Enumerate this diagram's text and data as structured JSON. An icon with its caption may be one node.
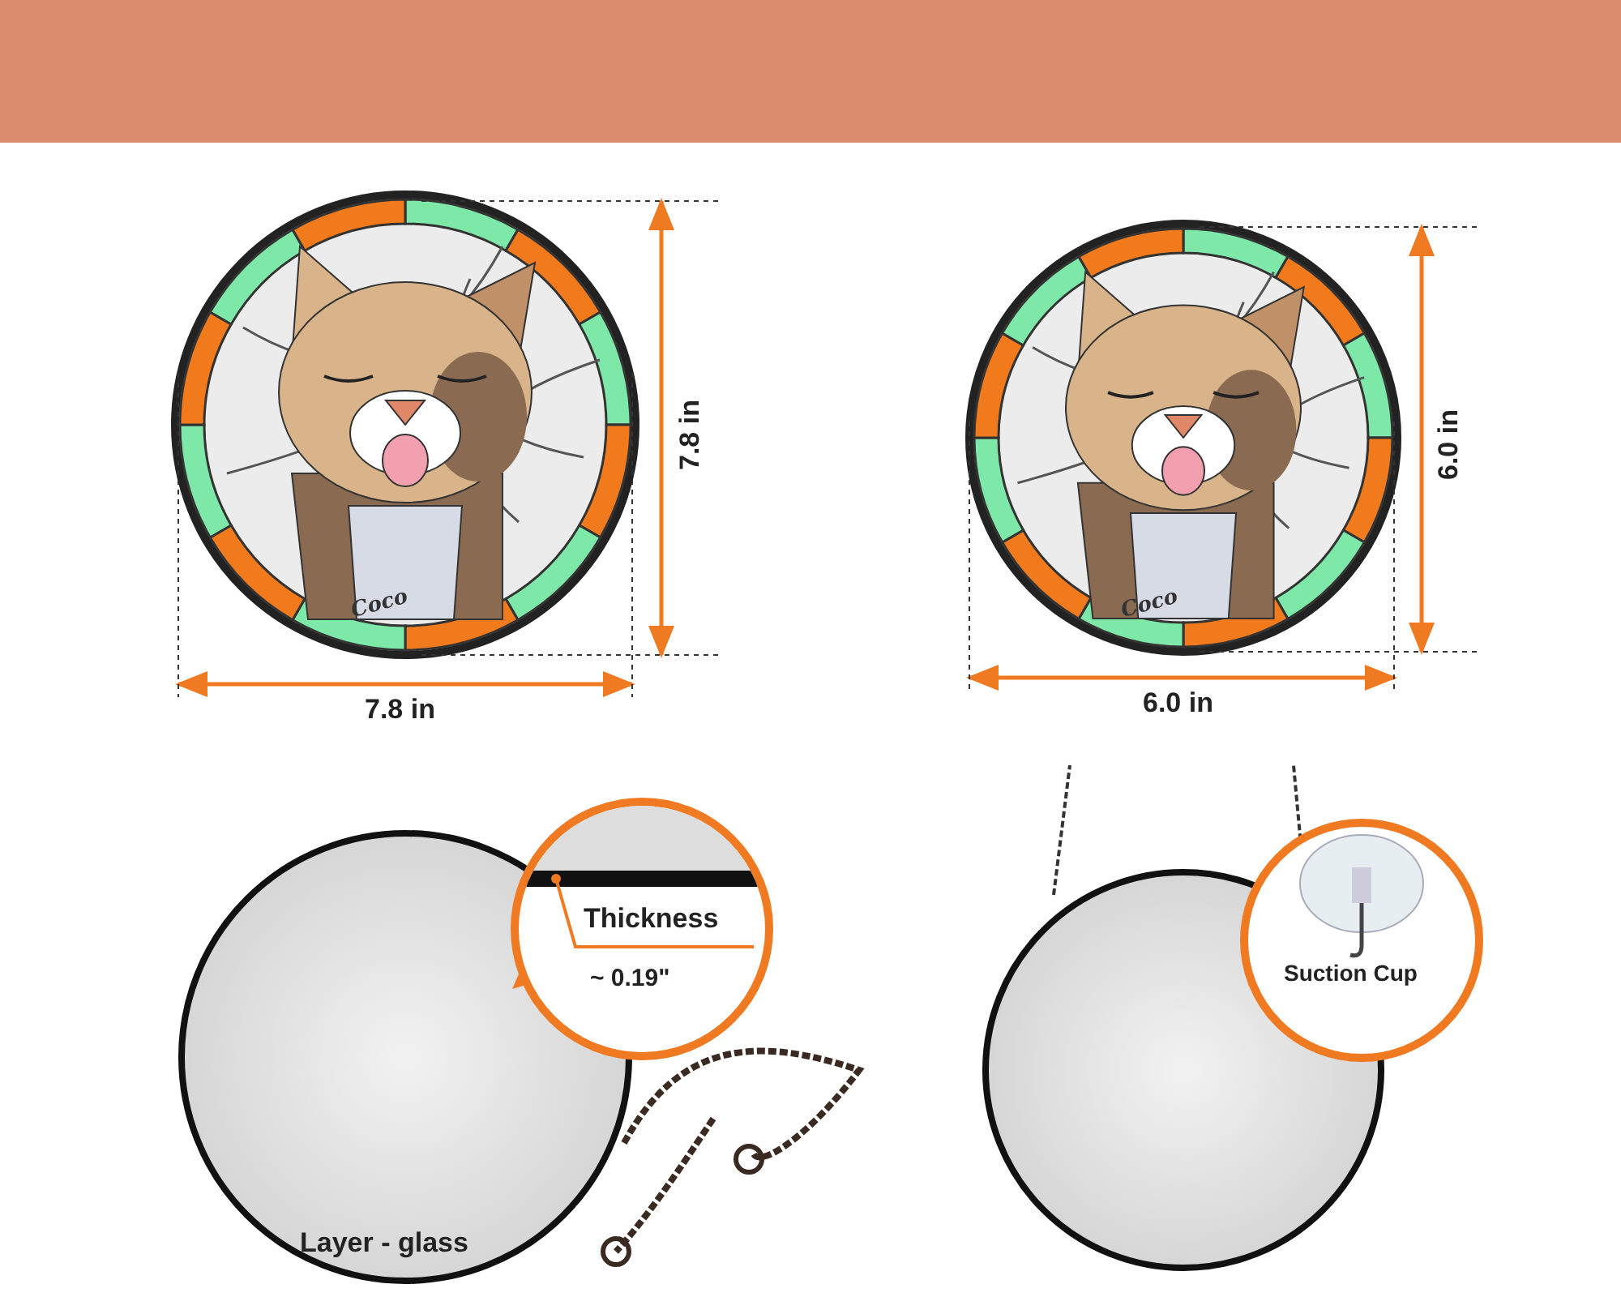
{
  "diagram": {
    "nodes": [
      {
        "text": [
          "Thickness",
          "~ 0.19\""
        ]
      },
      {
        "text": [
          "Suction Cup"
        ]
      }
    ],
    "labels": [
      "Coco",
      "7.8 in",
      "7.8 in",
      "Coco",
      "6.0 in",
      "6.0 in",
      "Layer - glass"
    ]
  }
}
